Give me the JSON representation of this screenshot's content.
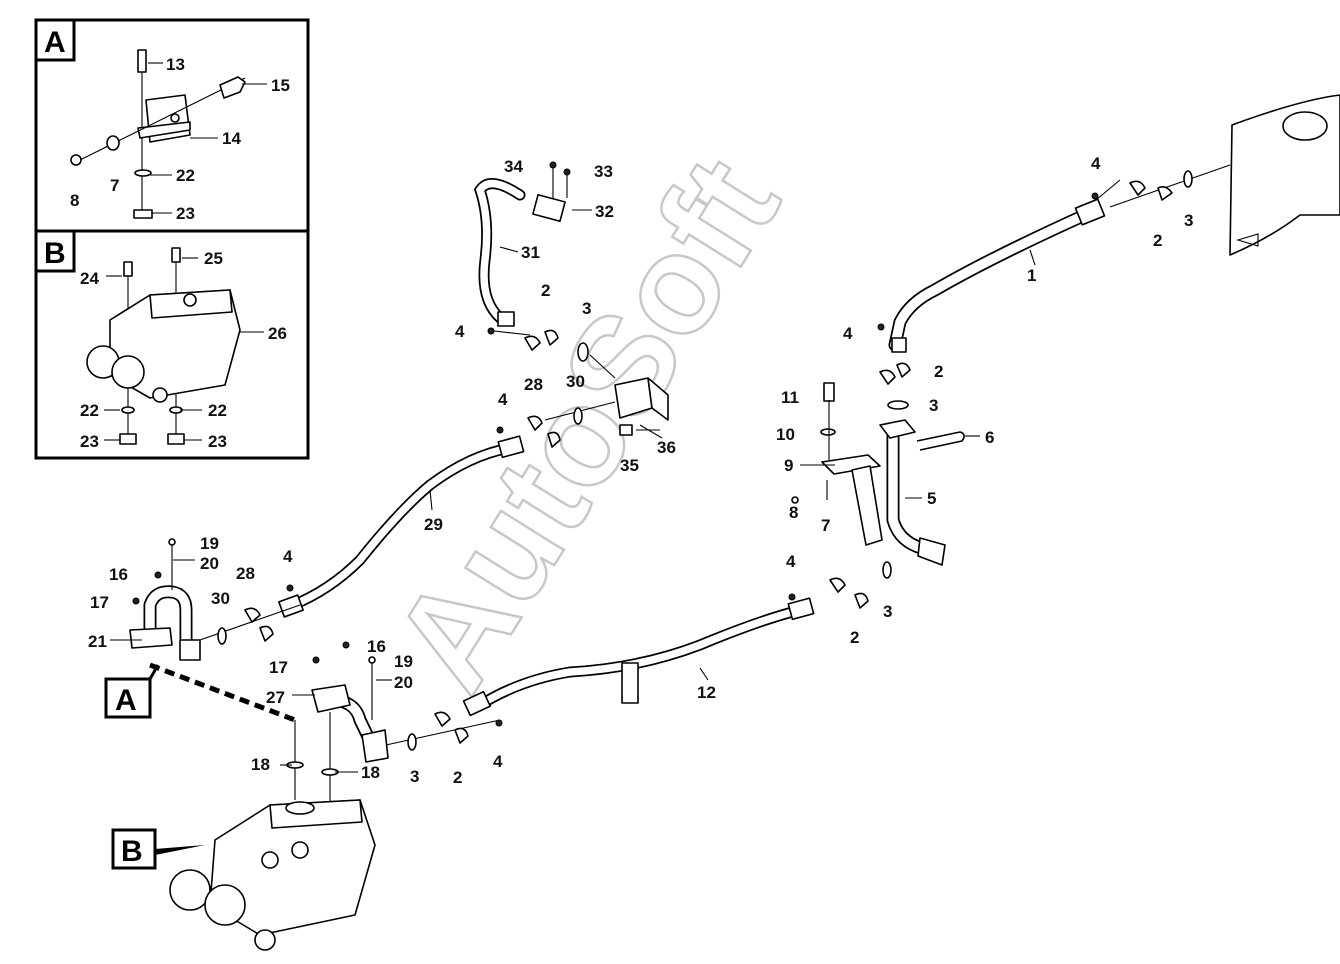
{
  "watermark": "AutoSoft",
  "panels": {
    "a_letter": "A",
    "b_letter": "B"
  },
  "callouts": {
    "a_ref": "A",
    "b_ref": "B"
  },
  "labels": {
    "p13": "13",
    "p15": "15",
    "p14": "14",
    "p8a": "8",
    "p7a": "7",
    "p22a": "22",
    "p23a": "23",
    "p24": "24",
    "p25": "25",
    "p26": "26",
    "p22b": "22",
    "p22c": "22",
    "p23b": "23",
    "p23c": "23",
    "p34": "34",
    "p33": "33",
    "p32": "32",
    "p31": "31",
    "p2a": "2",
    "p3a": "3",
    "p4a": "4",
    "p28a": "28",
    "p30a": "30",
    "p4b": "4",
    "p35": "35",
    "p36": "36",
    "p29": "29",
    "p4c": "4",
    "p2b": "2",
    "p3b": "3",
    "p1": "1",
    "p4d": "4",
    "p2c": "2",
    "p11": "11",
    "p3c": "3",
    "p10": "10",
    "p6": "6",
    "p9": "9",
    "p5": "5",
    "p8b": "8",
    "p7b": "7",
    "p4e": "4",
    "p3d": "3",
    "p2d": "2",
    "p12": "12",
    "p19a": "19",
    "p20a": "20",
    "p16a": "16",
    "p17a": "17",
    "p28b": "28",
    "p4f": "4",
    "p30b": "30",
    "p21": "21",
    "p16b": "16",
    "p19b": "19",
    "p17b": "17",
    "p20b": "20",
    "p27": "27",
    "p18a": "18",
    "p18b": "18",
    "p3e": "3",
    "p2e": "2",
    "p4g": "4"
  }
}
